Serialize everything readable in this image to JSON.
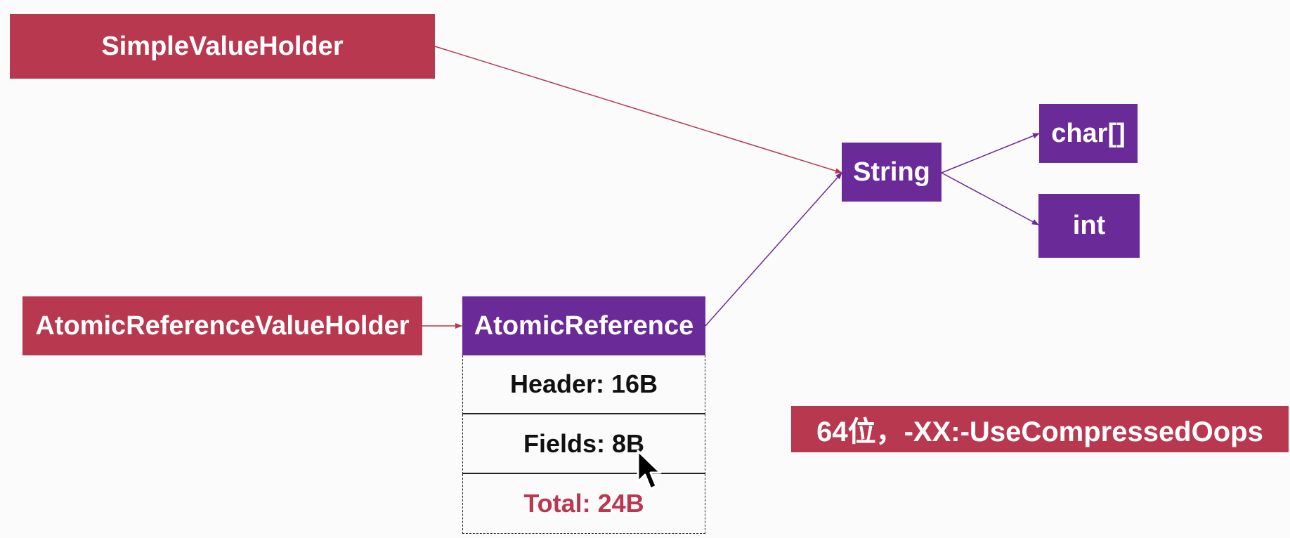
{
  "nodes": {
    "simple_value_holder": "SimpleValueHolder",
    "atomic_reference_value_holder": "AtomicReferenceValueHolder",
    "atomic_reference": "AtomicReference",
    "string": "String",
    "char_array": "char[]",
    "int": "int"
  },
  "layout_table": {
    "header": "Header: 16B",
    "fields": "Fields: 8B",
    "total": "Total: 24B"
  },
  "note": "64位，-XX:-UseCompressedOops",
  "colors": {
    "holder_red": "#b83850",
    "object_purple": "#6a2a98",
    "total_text": "#b83850"
  }
}
